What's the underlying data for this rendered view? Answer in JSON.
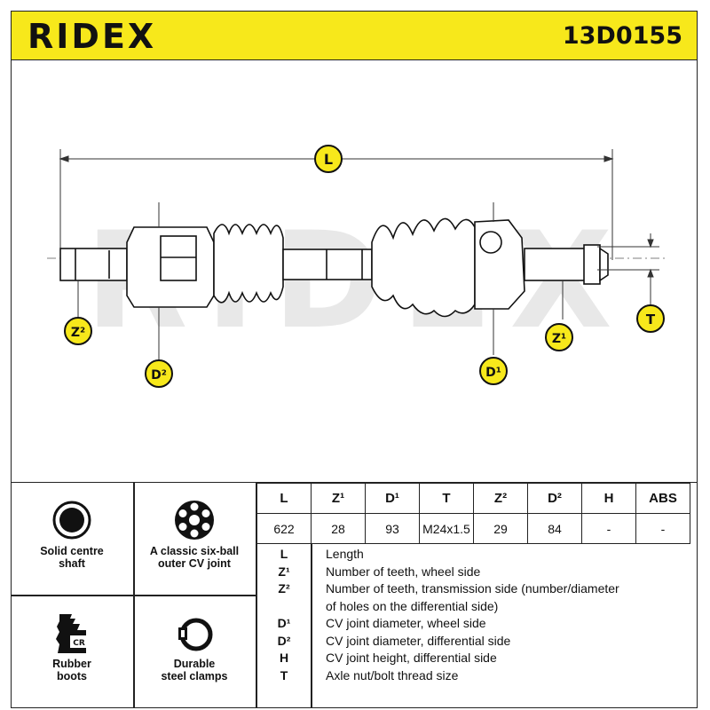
{
  "header": {
    "brand": "RIDEX",
    "part_number": "13D0155"
  },
  "drawing": {
    "watermark": "RIDEX",
    "dimension_labels": {
      "L": "L",
      "Z2": "Z²",
      "D2": "D²",
      "D1": "D¹",
      "Z1": "Z¹",
      "T": "T"
    },
    "colors": {
      "marker_fill": "#f7e81b",
      "marker_stroke": "#111111",
      "watermark": "#e6e6e6"
    }
  },
  "features": [
    {
      "icon": "solid-shaft-icon",
      "label": "Solid centre\nshaft"
    },
    {
      "icon": "six-ball-joint-icon",
      "label": "A classic six-ball\nouter CV joint"
    },
    {
      "icon": "rubber-boot-icon",
      "label": "Rubber\nboots"
    },
    {
      "icon": "steel-clamp-icon",
      "label": "Durable\nsteel clamps"
    }
  ],
  "spec_table": {
    "headers": [
      "L",
      "Z¹",
      "D¹",
      "T",
      "Z²",
      "D²",
      "H",
      "ABS"
    ],
    "values": [
      "622",
      "28",
      "93",
      "M24x1.5",
      "29",
      "84",
      "-",
      "-"
    ]
  },
  "legend": [
    {
      "key": "L",
      "text": "Length"
    },
    {
      "key": "Z¹",
      "text": "Number of teeth, wheel side"
    },
    {
      "key": "Z²",
      "text": "Number of teeth, transmission side (number/diameter"
    },
    {
      "key": "",
      "text": "of holes on the differential side)"
    },
    {
      "key": "D¹",
      "text": "CV joint diameter, wheel side"
    },
    {
      "key": "D²",
      "text": "CV joint diameter, differential side"
    },
    {
      "key": "H",
      "text": "CV joint height, differential side"
    },
    {
      "key": "T",
      "text": "Axle nut/bolt thread size"
    }
  ]
}
